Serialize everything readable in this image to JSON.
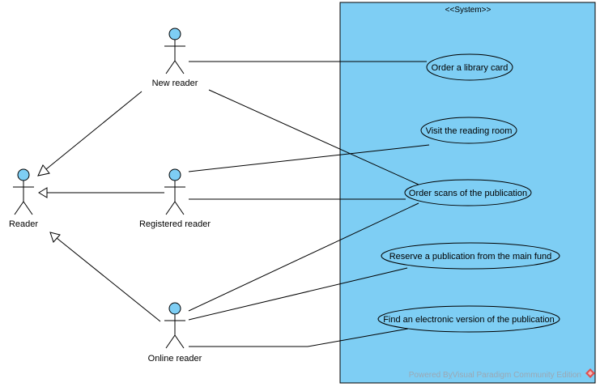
{
  "system": {
    "title": "<<System>>",
    "fill": "#7ecef4",
    "watermark": "Powered BỵVisual Paradigm Community Edition"
  },
  "actors": {
    "new_reader": "New reader",
    "reader": "Reader",
    "registered_reader": "Registered reader",
    "online_reader": "Online reader"
  },
  "use_cases": {
    "order_card": "Order a library card",
    "visit_room": "Visit the reading room",
    "order_scans": "Order scans of the publication",
    "reserve": "Reserve a publication from the main fund",
    "find_electronic": "Find an electronic version of the publication"
  },
  "colors": {
    "actor_head": "#7ecef4",
    "use_case_fill": "#7ecef4",
    "line": "#000000",
    "logo": "#e05050"
  }
}
